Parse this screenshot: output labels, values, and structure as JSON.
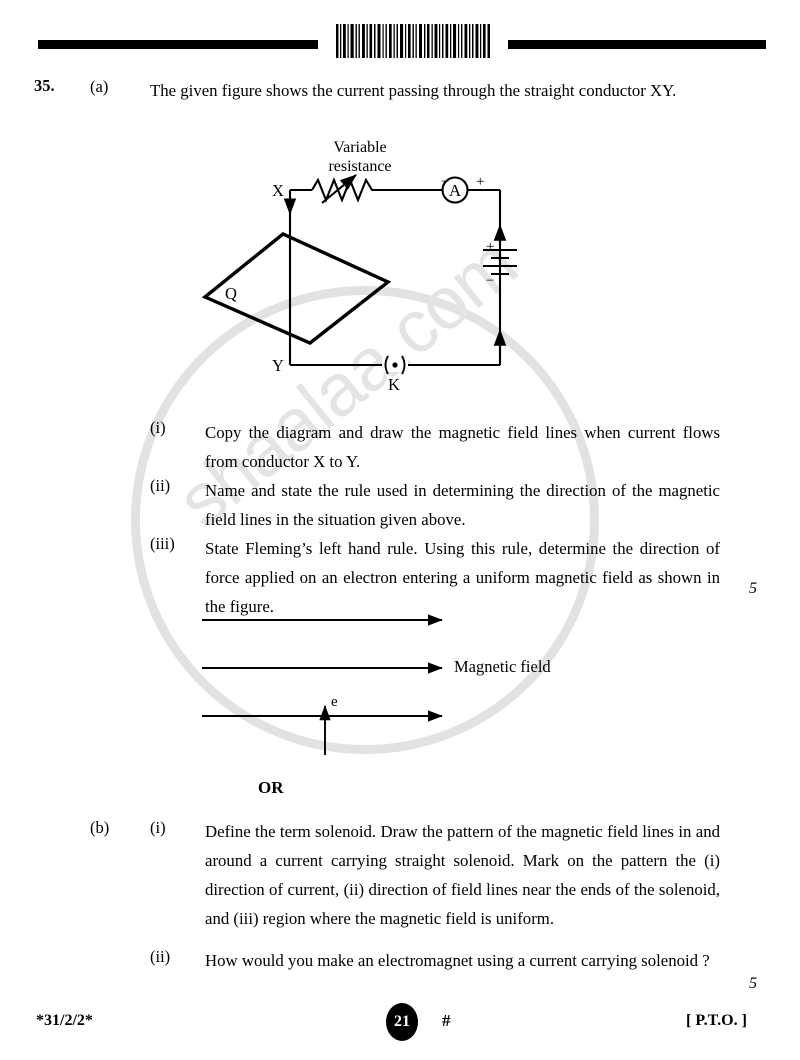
{
  "header": {
    "barcode_alt": "barcode"
  },
  "question": {
    "number": "35.",
    "option_a_marker": "(a)",
    "option_a_text": "The given figure shows the current passing through the straight conductor XY.",
    "sub_items": [
      {
        "marker": "(i)",
        "text": "Copy the diagram and draw the magnetic field lines when current flows from conductor X to Y."
      },
      {
        "marker": "(ii)",
        "text": "Name and state the rule used in determining the direction of the magnetic field lines in the situation given above."
      },
      {
        "marker": "(iii)",
        "text": "State Fleming’s left hand rule. Using this rule, determine the direction of force applied on an electron entering a uniform magnetic field as  shown in the figure."
      }
    ],
    "marks_a": "5",
    "or_label": "OR",
    "option_b_marker": "(b)",
    "option_b_items": [
      {
        "marker": "(i)",
        "text": "Define the term solenoid. Draw the pattern of the magnetic field lines in and around a current carrying straight solenoid. Mark on the pattern the (i) direction of current, (ii) direction of field lines near the ends of the solenoid, and (iii) region where the magnetic field is uniform."
      },
      {
        "marker": "(ii)",
        "text": "How would you make an electromagnet using a current carrying solenoid ?"
      }
    ],
    "marks_b": "5"
  },
  "circuit_figure": {
    "caption_line1": "Variable",
    "caption_line2": "resistance",
    "label_x": "X",
    "label_y": "Y",
    "label_q": "Q",
    "label_k": "K",
    "ammeter_letter": "A",
    "ammeter_minus": "−",
    "ammeter_plus": "+",
    "battery_plus": "+",
    "battery_minus": "−",
    "key_symbol": "(·)"
  },
  "field_figure": {
    "label_field": "Magnetic field",
    "label_electron": "e"
  },
  "watermark": {
    "text": "shaalaa.com",
    "color": "#e4e4e4"
  },
  "footer": {
    "paper_code": "*31/2/2*",
    "page_number": "21",
    "hash": "#",
    "pto": "[ P.T.O. ]"
  }
}
